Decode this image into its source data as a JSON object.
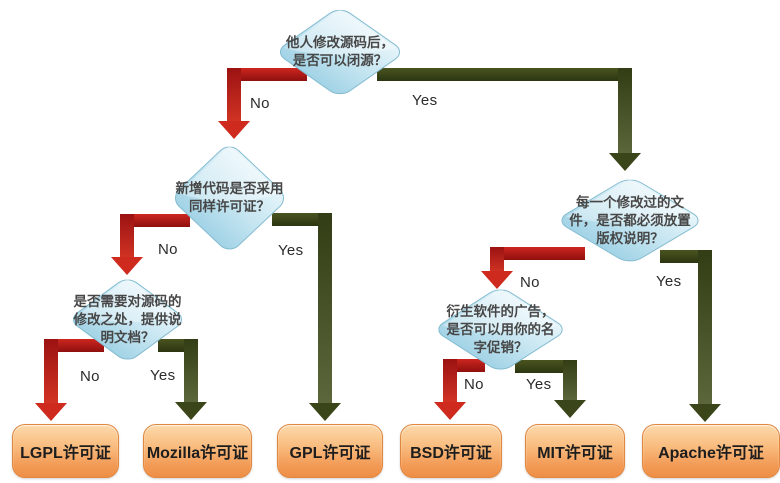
{
  "edge_labels": {
    "no": "No",
    "yes": "Yes"
  },
  "decisions": {
    "close_source": {
      "question": "他人修改源码后，\n是否可以闭源？"
    },
    "same_license": {
      "question": "新增代码是否采用\n同样许可证？"
    },
    "doc_changes": {
      "question": "是否需要对源码的\n修改之处，提供说\n明文档？"
    },
    "copyright_notice": {
      "question": "每一个修改过的文\n件，是否都必须放置\n版权说明？"
    },
    "name_promotion": {
      "question": "衍生软件的广告，\n是否可以用你的名\n字促销？"
    }
  },
  "licenses": {
    "lgpl": {
      "label": "LGPL许可证"
    },
    "mozilla": {
      "label": "Mozilla许可证"
    },
    "gpl": {
      "label": "GPL许可证"
    },
    "bsd": {
      "label": "BSD许可证"
    },
    "mit": {
      "label": "MIT许可证"
    },
    "apache": {
      "label": "Apache许可证"
    }
  },
  "flow": {
    "edges": [
      {
        "from": "close_source",
        "answer": "No",
        "to": "same_license"
      },
      {
        "from": "close_source",
        "answer": "Yes",
        "to": "copyright_notice"
      },
      {
        "from": "same_license",
        "answer": "No",
        "to": "doc_changes"
      },
      {
        "from": "same_license",
        "answer": "Yes",
        "to": "gpl"
      },
      {
        "from": "doc_changes",
        "answer": "No",
        "to": "lgpl"
      },
      {
        "from": "doc_changes",
        "answer": "Yes",
        "to": "mozilla"
      },
      {
        "from": "copyright_notice",
        "answer": "No",
        "to": "name_promotion"
      },
      {
        "from": "copyright_notice",
        "answer": "Yes",
        "to": "apache"
      },
      {
        "from": "name_promotion",
        "answer": "No",
        "to": "bsd"
      },
      {
        "from": "name_promotion",
        "answer": "Yes",
        "to": "mit"
      }
    ]
  },
  "colors": {
    "diamond_fill_top": "#e7f5fa",
    "diamond_fill_bottom": "#a2d3e6",
    "diamond_border": "#85bcd1",
    "box_fill_top": "#fdd9ab",
    "box_fill_bottom": "#ee8f47",
    "box_border": "#e2873e",
    "arrow_no": "#c9201d",
    "arrow_yes": "#3a451a",
    "question_text": "#474747",
    "license_text": "#1d1d1d"
  }
}
